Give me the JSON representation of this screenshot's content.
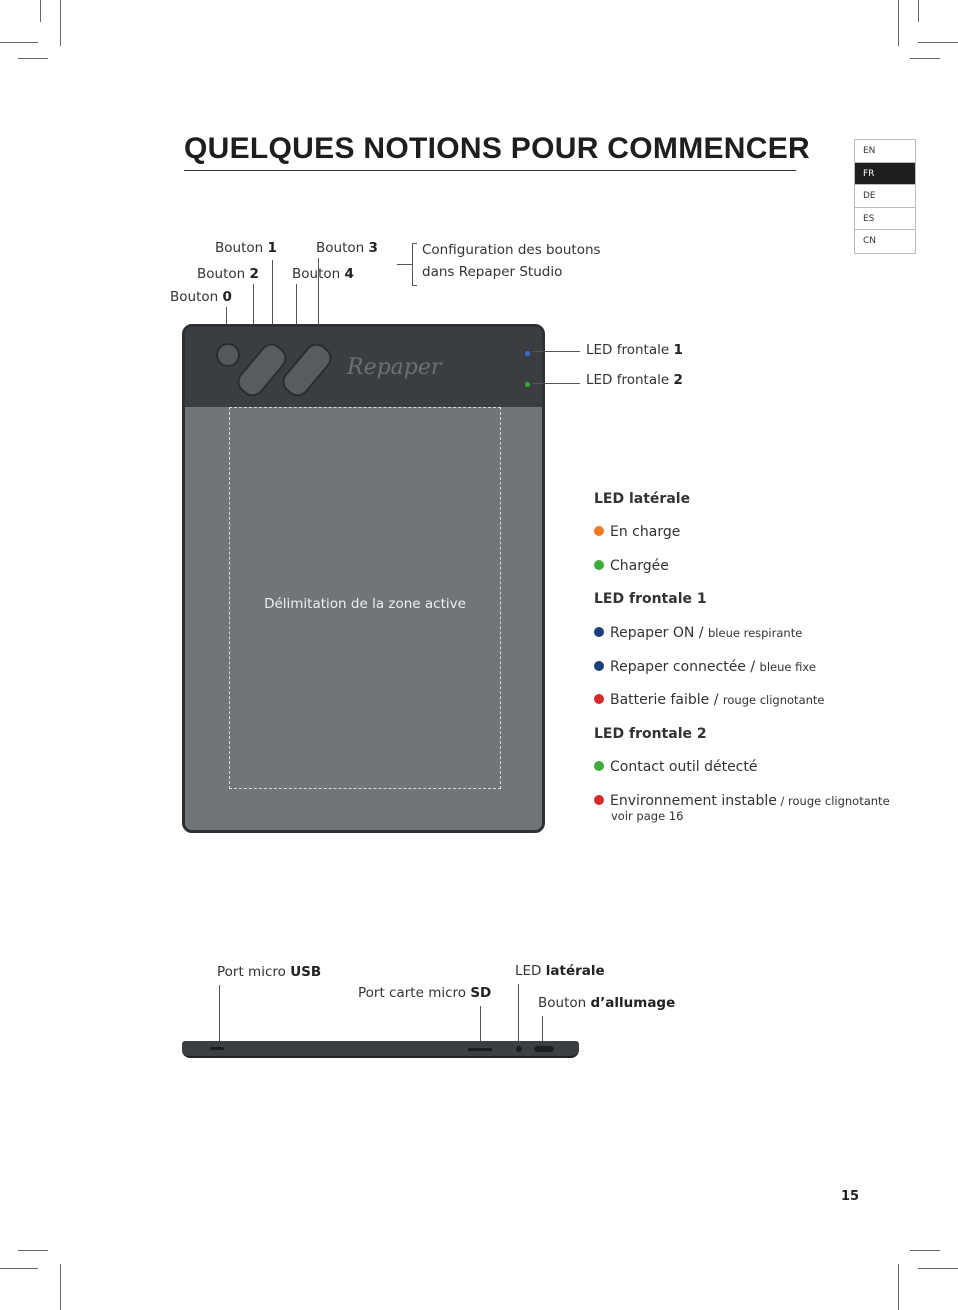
{
  "page": {
    "title": "QUELQUES NOTIONS POUR COMMENCER",
    "page_number": "15"
  },
  "languages": [
    {
      "code": "EN",
      "active": false
    },
    {
      "code": "FR",
      "active": true
    },
    {
      "code": "DE",
      "active": false
    },
    {
      "code": "ES",
      "active": false
    },
    {
      "code": "CN",
      "active": false
    }
  ],
  "buttons": {
    "b1": {
      "prefix": "Bouton ",
      "num": "1"
    },
    "b2": {
      "prefix": "Bouton ",
      "num": "2"
    },
    "b0": {
      "prefix": "Bouton ",
      "num": "0"
    },
    "b3": {
      "prefix": "Bouton ",
      "num": "3"
    },
    "b4": {
      "prefix": "Bouton ",
      "num": "4"
    },
    "config_line1": "Configuration des boutons",
    "config_line2": "dans Repaper Studio"
  },
  "front_leds": {
    "led1": {
      "prefix": "LED frontale ",
      "num": "1"
    },
    "led2": {
      "prefix": "LED frontale ",
      "num": "2"
    }
  },
  "tablet": {
    "logo": "Repaper",
    "zone_label": "Délimitation de la zone active"
  },
  "legend": {
    "side_title": "LED latérale",
    "side_items": [
      {
        "text": "En charge",
        "note": "",
        "color": "#f07a22"
      },
      {
        "text": "Chargée",
        "note": "",
        "color": "#3faa3a"
      }
    ],
    "front1_title": "LED frontale 1",
    "front1_items": [
      {
        "text": "Repaper ON / ",
        "note": "bleue respirante",
        "color": "#1b3f7a"
      },
      {
        "text": "Repaper connectée / ",
        "note": "bleue fixe",
        "color": "#1b3f7a"
      },
      {
        "text": "Batterie faible / ",
        "note": "rouge clignotante",
        "color": "#d42a2a"
      }
    ],
    "front2_title": "LED frontale 2",
    "front2_items": [
      {
        "text": "Contact outil détecté",
        "note": "",
        "color": "#3faa3a"
      },
      {
        "text": "Environnement instable",
        "note": " / rouge clignotante",
        "color": "#d42a2a"
      }
    ],
    "front2_subnote": "voir page 16"
  },
  "side_view": {
    "usb": {
      "prefix": "Port micro ",
      "bold": "USB"
    },
    "sd": {
      "prefix": "Port carte micro ",
      "bold": "SD"
    },
    "led": {
      "prefix": "LED ",
      "bold": "latérale"
    },
    "power": {
      "prefix": "Bouton ",
      "bold": "d’allumage"
    }
  }
}
